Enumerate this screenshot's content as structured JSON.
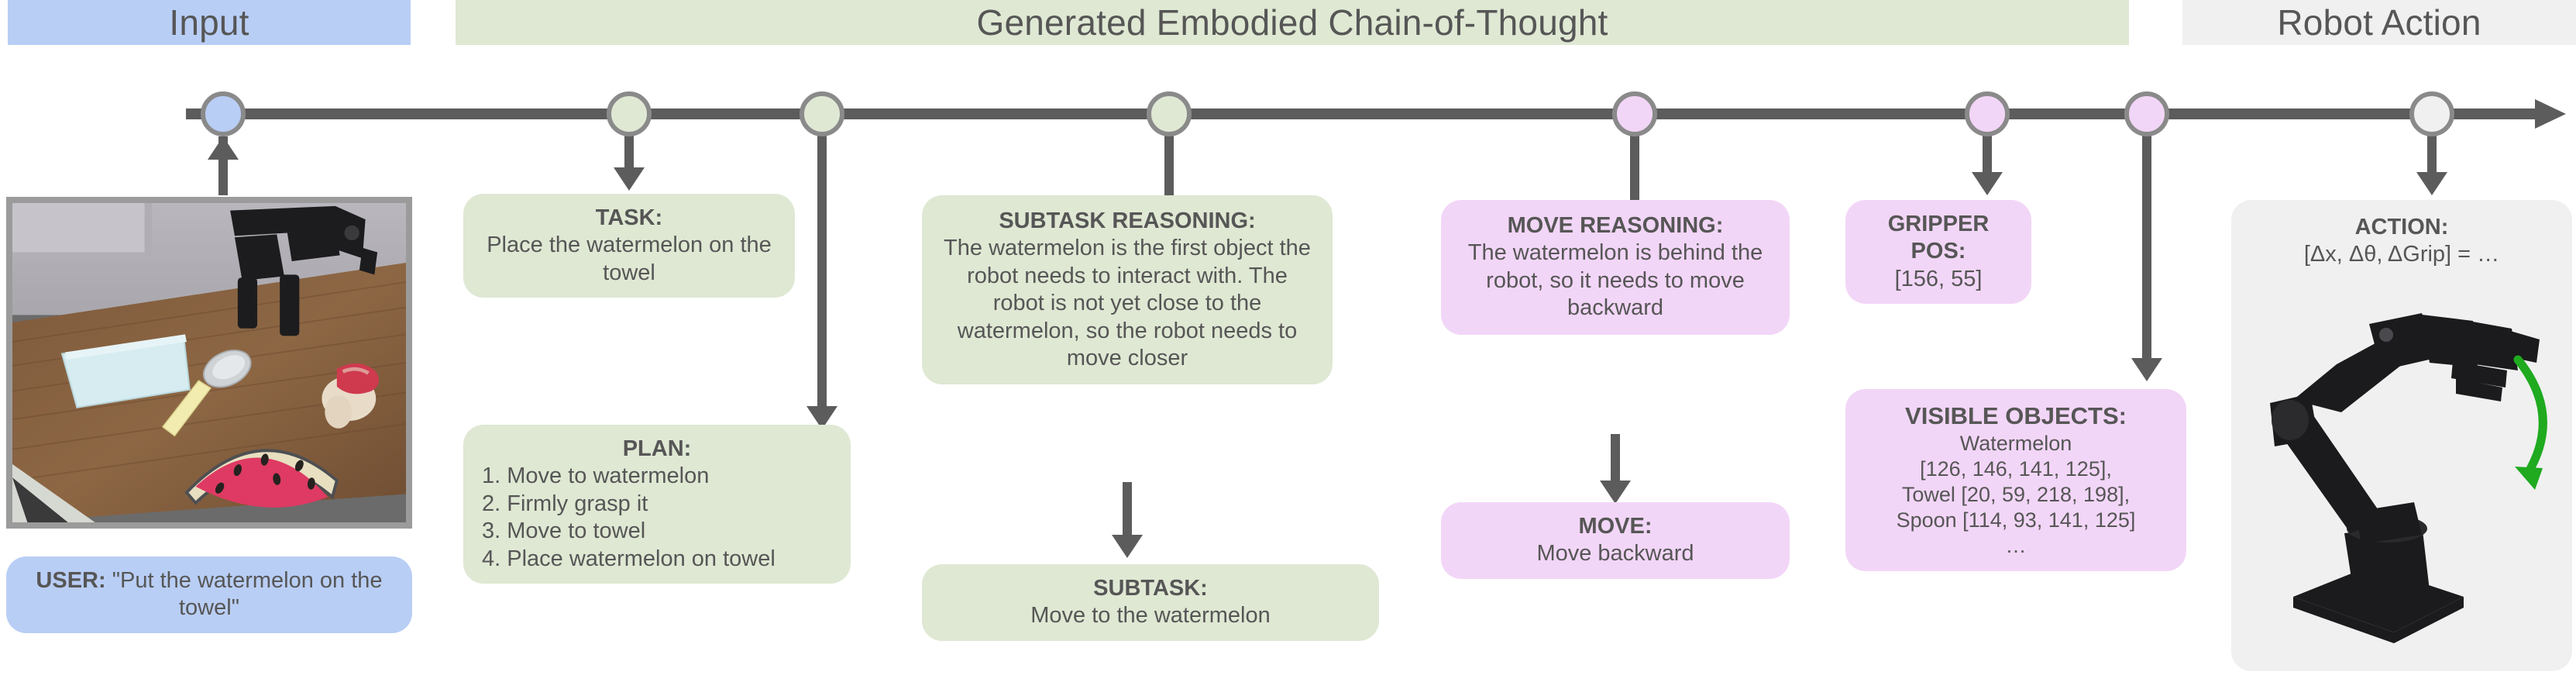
{
  "headers": {
    "input": "Input",
    "cot": "Generated Embodied Chain-of-Thought",
    "action": "Robot Action"
  },
  "timeline": {
    "nodes": [
      {
        "name": "node-input",
        "color": "#b9cef5"
      },
      {
        "name": "node-task",
        "color": "#dfe8d3"
      },
      {
        "name": "node-plan",
        "color": "#dfe8d3"
      },
      {
        "name": "node-subtask-reasoning",
        "color": "#dfe8d3"
      },
      {
        "name": "node-move-reasoning",
        "color": "#f2d6f7"
      },
      {
        "name": "node-gripper-pos",
        "color": "#f2d6f7"
      },
      {
        "name": "node-visible-objects",
        "color": "#f2d6f7"
      },
      {
        "name": "node-action",
        "color": "#f0f0f0"
      }
    ]
  },
  "cards": {
    "user": {
      "title": "USER:",
      "body": " \"Put the watermelon on the towel\""
    },
    "task": {
      "title": "TASK:",
      "body": "Place the watermelon on the towel"
    },
    "plan": {
      "title": "PLAN:",
      "steps": [
        "1. Move to watermelon",
        "2. Firmly grasp it",
        "3. Move to towel",
        "4. Place watermelon on towel"
      ]
    },
    "subtask_reasoning": {
      "title": "SUBTASK REASONING:",
      "body": "The watermelon is the first object the robot needs to interact with. The robot is not yet close to the watermelon, so the robot needs to move closer"
    },
    "subtask": {
      "title": "SUBTASK:",
      "body": "Move to the watermelon"
    },
    "move_reasoning": {
      "title": "MOVE REASONING:",
      "body": "The watermelon is behind the robot, so it needs to move backward"
    },
    "move": {
      "title": "MOVE:",
      "body": "Move backward"
    },
    "gripper_pos": {
      "title_line1": "GRIPPER",
      "title_line2": "POS:",
      "body": "[156, 55]"
    },
    "visible_objects": {
      "title": "VISIBLE OBJECTS:",
      "lines": [
        "Watermelon",
        "[126, 146, 141, 125],",
        "Towel [20, 59, 218, 198],",
        "Spoon [114, 93, 141, 125]",
        "…"
      ]
    },
    "action": {
      "title": "ACTION:",
      "body": "[Δx, Δθ, ΔGrip] = …"
    }
  },
  "colors": {
    "input_blue": "#b9cef5",
    "cot_green": "#dfe8d3",
    "pink": "#f2d6f7",
    "gray": "#f0f0f0",
    "line_gray": "#5c5c5c",
    "text_gray": "#565656",
    "arrow_green": "#1faa1f"
  }
}
